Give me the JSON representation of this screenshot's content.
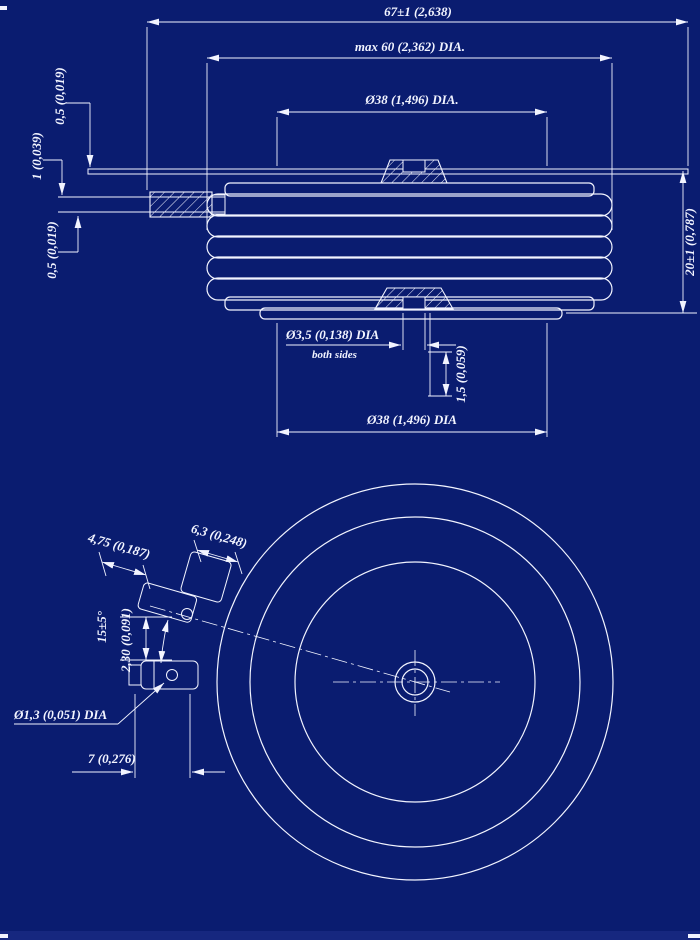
{
  "colors": {
    "background": "#0a1c70",
    "line": "#f2f4ff"
  },
  "side_view": {
    "dim_total_width": "67±1 (2,638)",
    "dim_max_dia": "max 60 (2,362) DIA.",
    "dim_top_pole_dia": "Ø38 (1,496) DIA.",
    "dim_plate_thickness": "0,5 (0,019)",
    "dim_lead_thickness": "1 (0,039)",
    "dim_lower_plate_thickness": "0,5 (0,019)",
    "dim_height": "20±1 (0,787)",
    "dim_gate_hole_dia": "Ø3,5 (0,138) DIA",
    "dim_gate_hole_note": "both sides",
    "dim_recess_depth": "1,5 (0,059)",
    "dim_bottom_pole_dia": "Ø38 (1,496) DIA"
  },
  "bottom_view": {
    "dim_tab_width": "6,3 (0,248)",
    "dim_tab_length": "4,75 (0,187)",
    "dim_terminal_angle": "15±5°",
    "dim_terminal_offset": "2,30 (0,091)",
    "dim_terminal_hole_dia": "Ø1,3 (0,051) DIA",
    "dim_lead_length": "7 (0,276)"
  }
}
